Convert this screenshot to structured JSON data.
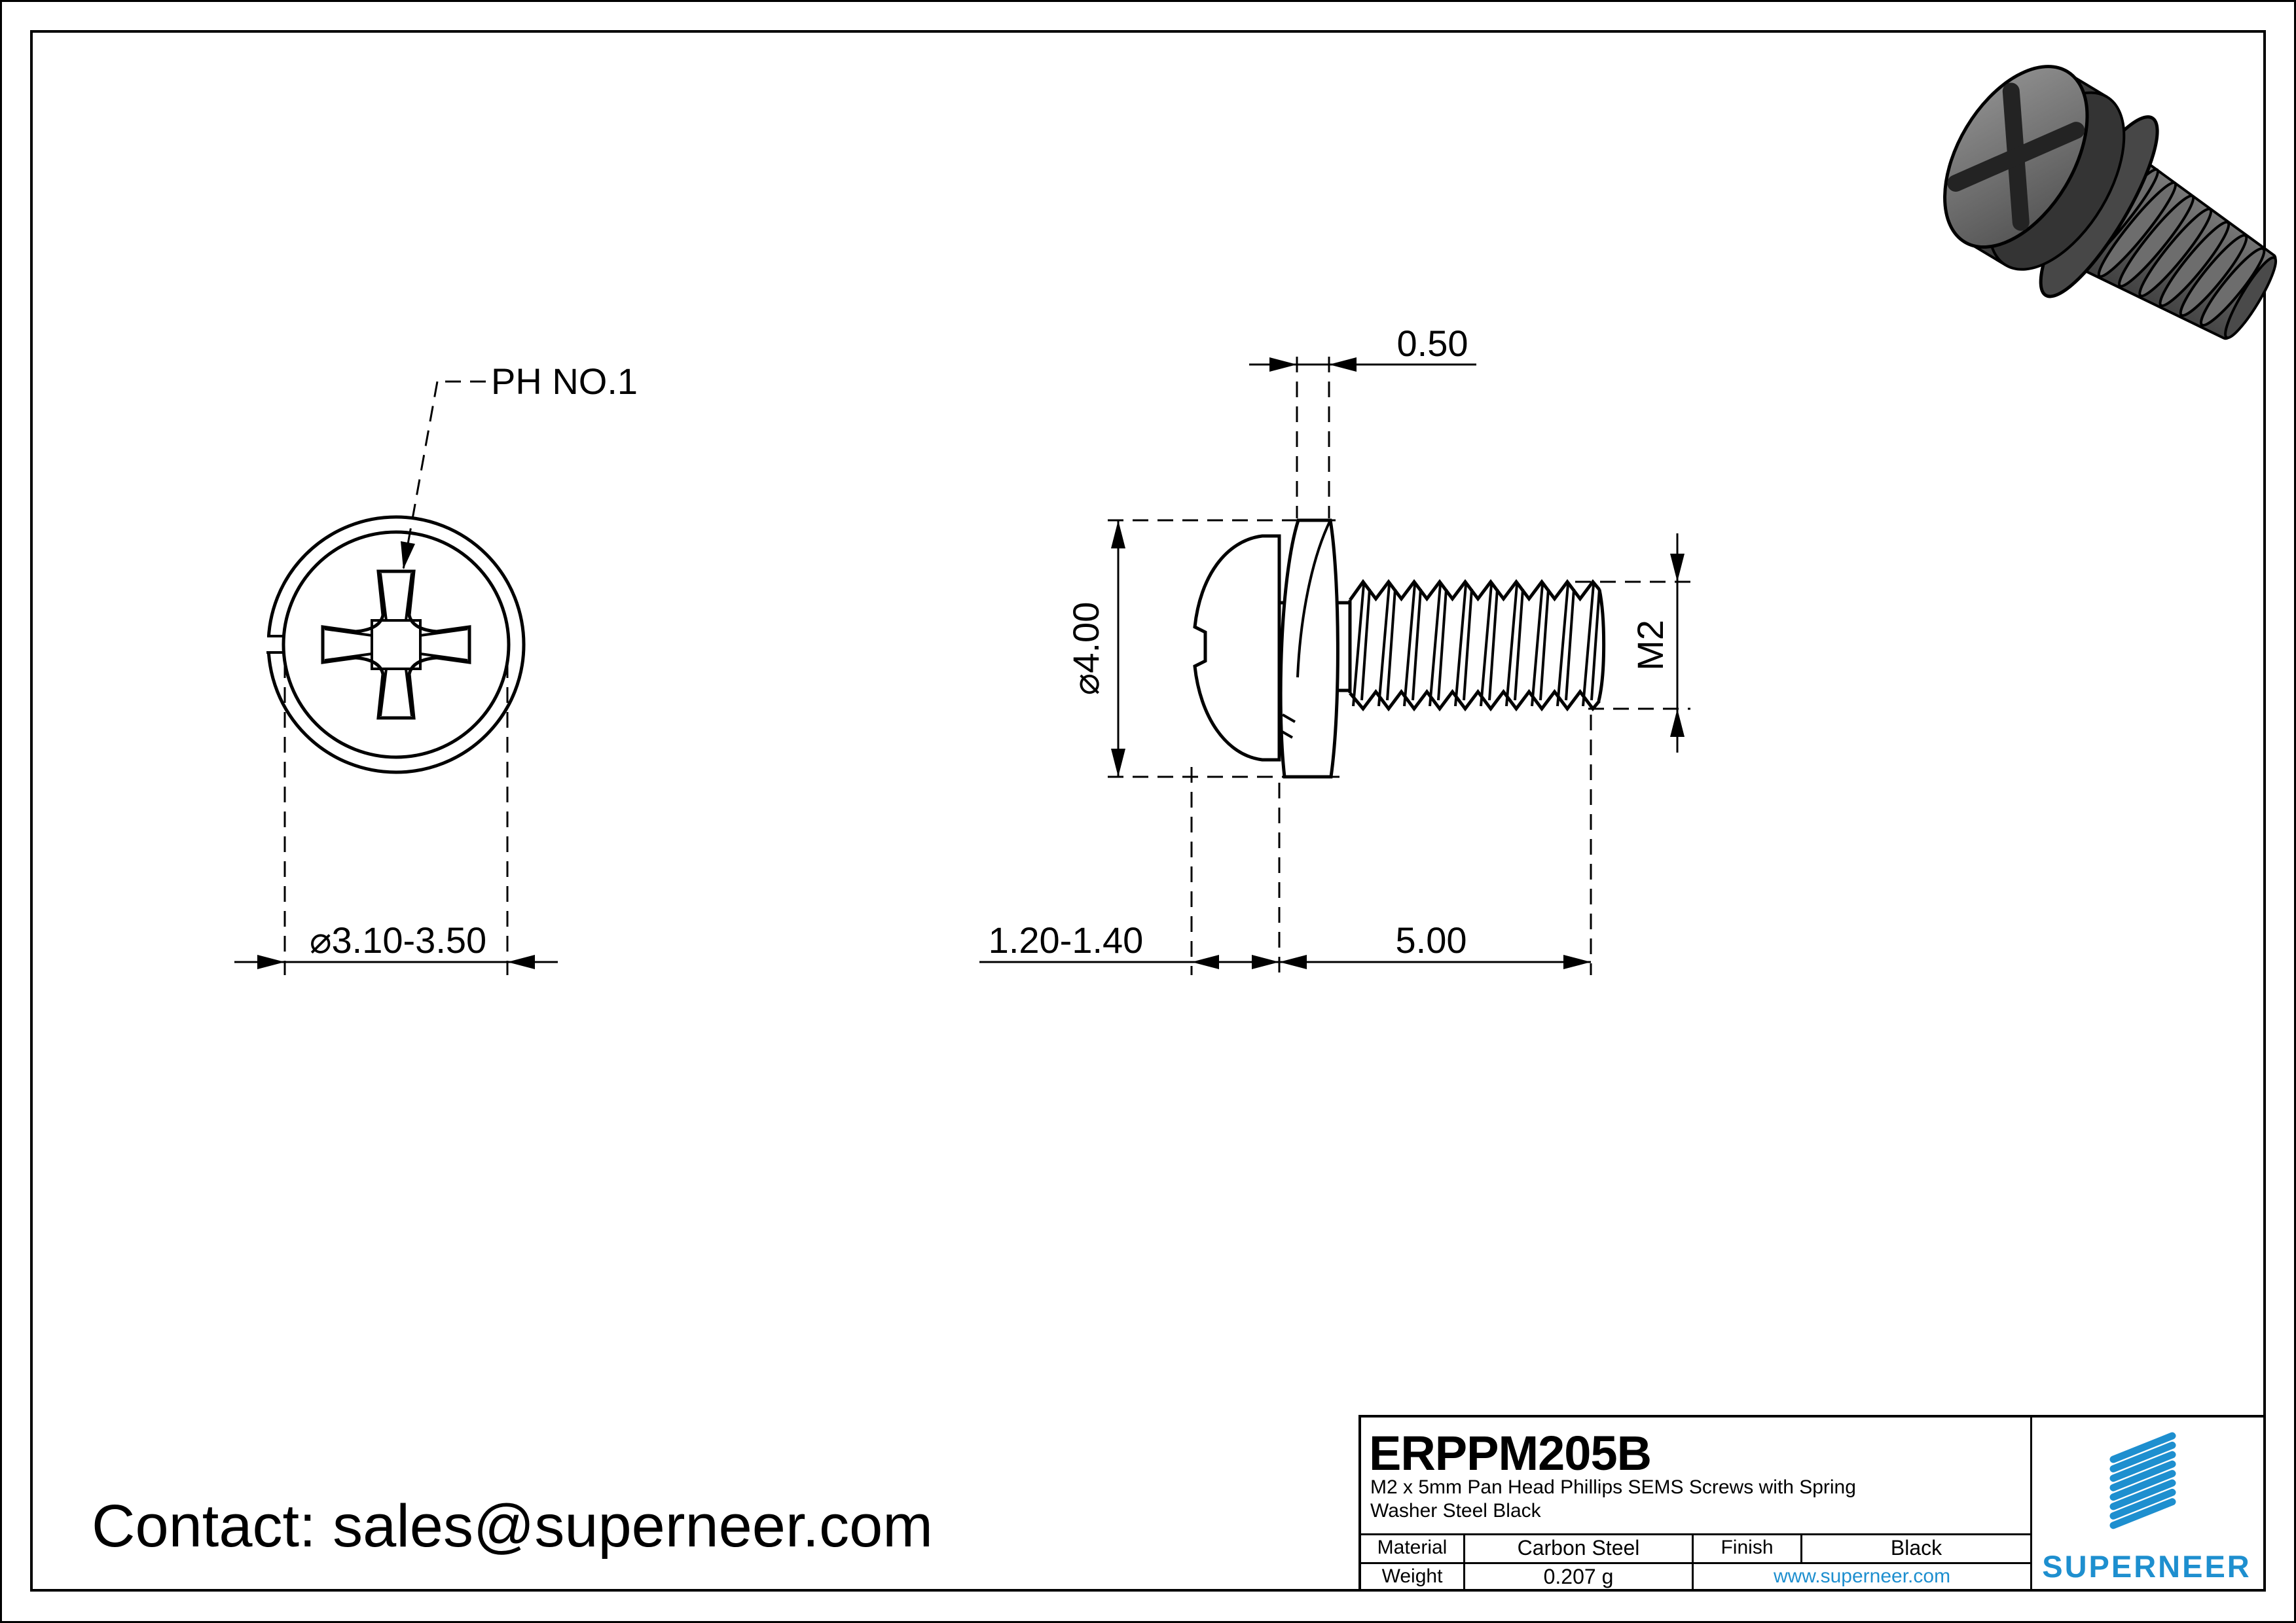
{
  "page": {
    "contact": "Contact: sales@superneer.com"
  },
  "front_view": {
    "callout": "PH NO.1",
    "diameter_dim": "⌀3.10-3.50"
  },
  "side_view": {
    "washer_thickness_dim": "0.50",
    "head_diameter_dim": "⌀4.00",
    "thread_size_dim": "M2",
    "head_height_dim": "1.20-1.40",
    "thread_length_dim": "5.00"
  },
  "title_block": {
    "part_number": "ERPPM205B",
    "description_line1": "M2 x 5mm Pan Head Phillips SEMS Screws with Spring",
    "description_line2": "Washer Steel Black",
    "material_label": "Material",
    "material_value": "Carbon Steel",
    "finish_label": "Finish",
    "finish_value": "Black",
    "weight_label": "Weight",
    "weight_value": "0.207 g",
    "website": "www.superneer.com",
    "brand": "SUPERNEER",
    "brand_color": "#1e8fcf"
  }
}
